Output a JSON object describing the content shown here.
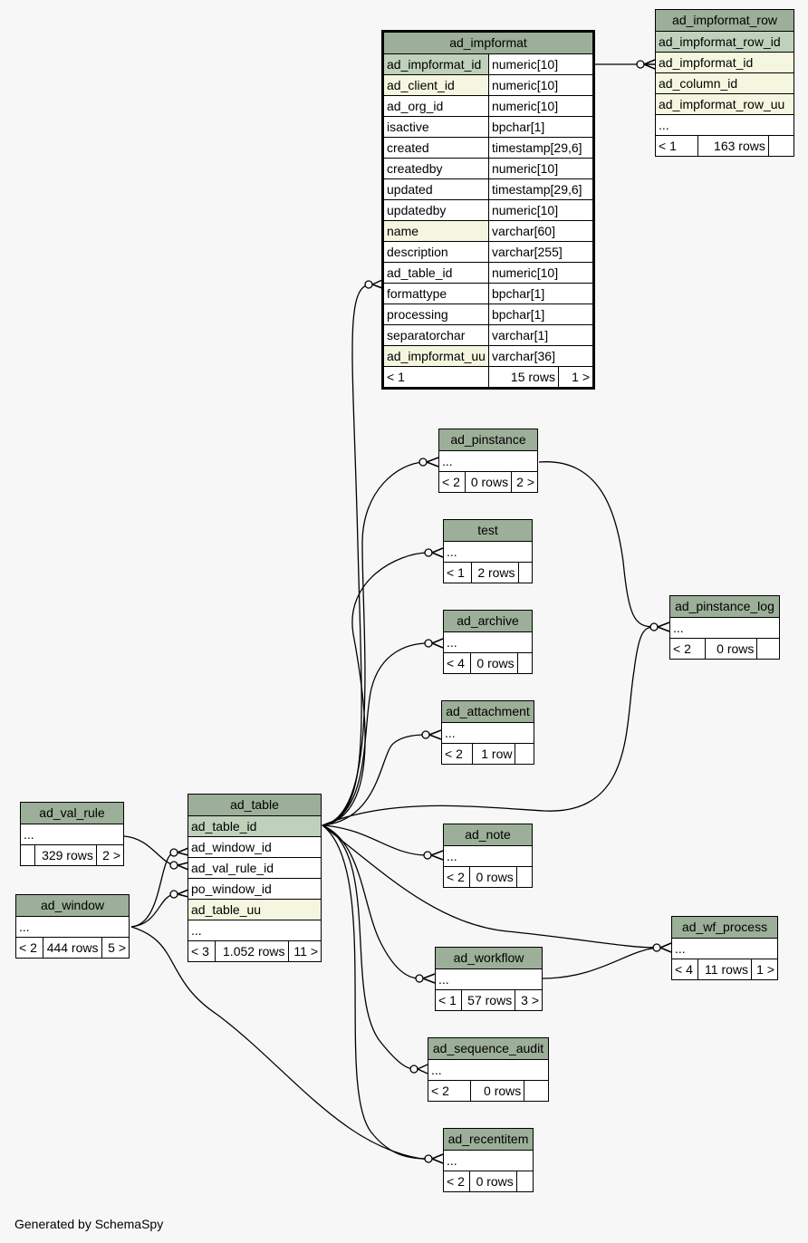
{
  "footer": "Generated by SchemaSpy",
  "colors": {
    "background": "#f7f7f7",
    "header": "#9caf98",
    "primary_key": "#bfd1bb",
    "foreign_key": "#f4f6df",
    "line": "#000000"
  },
  "tables": {
    "ad_impformat": {
      "name": "ad_impformat",
      "columns": [
        {
          "name": "ad_impformat_id",
          "type": "numeric[10]",
          "kind": "pk"
        },
        {
          "name": "ad_client_id",
          "type": "numeric[10]",
          "kind": "fk"
        },
        {
          "name": "ad_org_id",
          "type": "numeric[10]",
          "kind": "plain"
        },
        {
          "name": "isactive",
          "type": "bpchar[1]",
          "kind": "plain"
        },
        {
          "name": "created",
          "type": "timestamp[29,6]",
          "kind": "plain"
        },
        {
          "name": "createdby",
          "type": "numeric[10]",
          "kind": "plain"
        },
        {
          "name": "updated",
          "type": "timestamp[29,6]",
          "kind": "plain"
        },
        {
          "name": "updatedby",
          "type": "numeric[10]",
          "kind": "plain"
        },
        {
          "name": "name",
          "type": "varchar[60]",
          "kind": "fk"
        },
        {
          "name": "description",
          "type": "varchar[255]",
          "kind": "plain"
        },
        {
          "name": "ad_table_id",
          "type": "numeric[10]",
          "kind": "plain"
        },
        {
          "name": "formattype",
          "type": "bpchar[1]",
          "kind": "plain"
        },
        {
          "name": "processing",
          "type": "bpchar[1]",
          "kind": "plain"
        },
        {
          "name": "separatorchar",
          "type": "varchar[1]",
          "kind": "plain"
        },
        {
          "name": "ad_impformat_uu",
          "type": "varchar[36]",
          "kind": "fk"
        }
      ],
      "parents": "< 1",
      "rows": "15 rows",
      "children": "1 >"
    },
    "ad_impformat_row": {
      "name": "ad_impformat_row",
      "columns": [
        {
          "name": "ad_impformat_row_id",
          "kind": "pk"
        },
        {
          "name": "ad_impformat_id",
          "kind": "fk"
        },
        {
          "name": "ad_column_id",
          "kind": "fk"
        },
        {
          "name": "ad_impformat_row_uu",
          "kind": "fk"
        },
        {
          "name": "...",
          "kind": "plain"
        }
      ],
      "parents": "< 1",
      "rows": "163 rows",
      "children": ""
    },
    "ad_pinstance": {
      "name": "ad_pinstance",
      "parents": "< 2",
      "rows": "0 rows",
      "children": "2 >"
    },
    "test": {
      "name": "test",
      "parents": "< 1",
      "rows": "2 rows",
      "children": ""
    },
    "ad_archive": {
      "name": "ad_archive",
      "parents": "< 4",
      "rows": "0 rows",
      "children": ""
    },
    "ad_attachment": {
      "name": "ad_attachment",
      "parents": "< 2",
      "rows": "1 row",
      "children": ""
    },
    "ad_pinstance_log": {
      "name": "ad_pinstance_log",
      "parents": "< 2",
      "rows": "0 rows",
      "children": ""
    },
    "ad_val_rule": {
      "name": "ad_val_rule",
      "parents": "",
      "rows": "329 rows",
      "children": "2 >"
    },
    "ad_window": {
      "name": "ad_window",
      "parents": "< 2",
      "rows": "444 rows",
      "children": "5 >"
    },
    "ad_table": {
      "name": "ad_table",
      "columns": [
        {
          "name": "ad_table_id",
          "kind": "pk"
        },
        {
          "name": "ad_window_id",
          "kind": "plain"
        },
        {
          "name": "ad_val_rule_id",
          "kind": "plain"
        },
        {
          "name": "po_window_id",
          "kind": "plain"
        },
        {
          "name": "ad_table_uu",
          "kind": "fk"
        },
        {
          "name": "...",
          "kind": "plain"
        }
      ],
      "parents": "< 3",
      "rows": "1.052 rows",
      "children": "11 >"
    },
    "ad_note": {
      "name": "ad_note",
      "parents": "< 2",
      "rows": "0 rows",
      "children": ""
    },
    "ad_wf_process": {
      "name": "ad_wf_process",
      "parents": "< 4",
      "rows": "11 rows",
      "children": "1 >"
    },
    "ad_workflow": {
      "name": "ad_workflow",
      "parents": "< 1",
      "rows": "57 rows",
      "children": "3 >"
    },
    "ad_sequence_audit": {
      "name": "ad_sequence_audit",
      "parents": "< 2",
      "rows": "0 rows",
      "children": ""
    },
    "ad_recentitem": {
      "name": "ad_recentitem",
      "parents": "< 2",
      "rows": "0 rows",
      "children": ""
    }
  },
  "ellipsis": "..."
}
